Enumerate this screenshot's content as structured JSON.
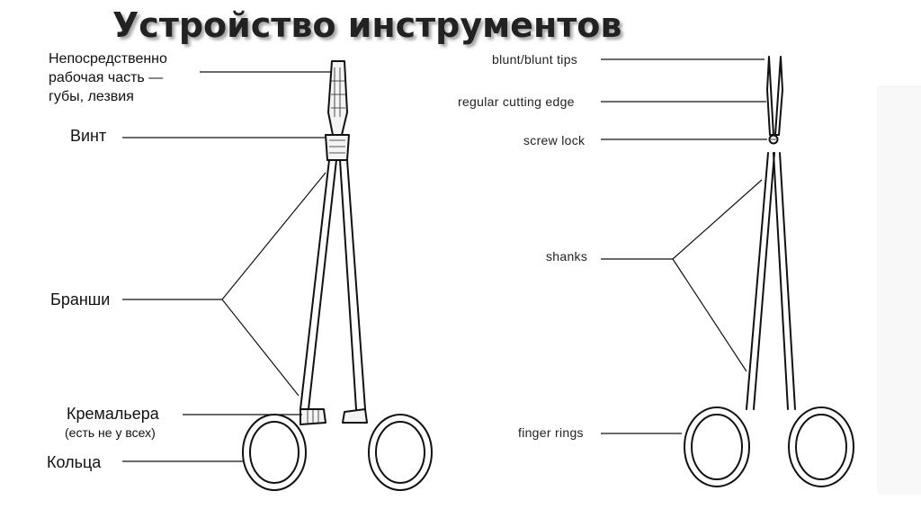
{
  "title": "Устройство инструментов",
  "left_labels": {
    "jaws_line1": "Непосредственно",
    "jaws_line2": "рабочая часть —",
    "jaws_line3": "губы, лезвия",
    "screw": "Винт",
    "shanks": "Бранши",
    "ratchet": "Кремальера",
    "ratchet_note": "(есть не у всех)",
    "rings": "Кольца"
  },
  "right_labels": {
    "tips": "blunt/blunt tips",
    "edge": "regular cutting edge",
    "screw": "screw lock",
    "shanks": "shanks",
    "rings": "finger rings"
  },
  "icons": {
    "needle_holder": "needle-holder-drawing",
    "scissors": "scissors-drawing"
  }
}
